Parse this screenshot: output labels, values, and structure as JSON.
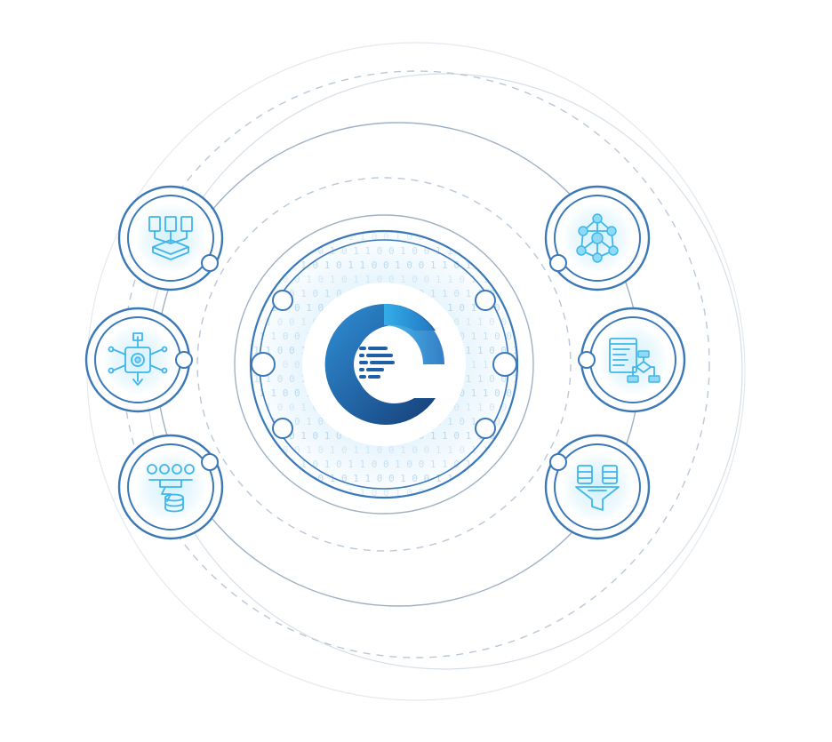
{
  "diagram": {
    "center_logo": {
      "icon": "c-brand-logo-icon",
      "colors": {
        "primary": "#1f5fa8",
        "accent": "#2aa3e0",
        "dark": "#163f79"
      }
    },
    "background_pattern": {
      "type": "binary-digits",
      "text": "0 1 1 0 0 1 0 1 0 1 1 0 0 1 0 0 1 1 0 1 1 0 0 1 0 1 0 0 1 1 0 1 0 1"
    },
    "nodes": [
      {
        "id": "node-documents-merge",
        "icon": "documents-merge-icon"
      },
      {
        "id": "node-gear-distribution",
        "icon": "gear-distribution-icon"
      },
      {
        "id": "node-people-database",
        "icon": "people-database-icon"
      },
      {
        "id": "node-network-graph",
        "icon": "network-graph-icon"
      },
      {
        "id": "node-flowchart",
        "icon": "flowchart-icon"
      },
      {
        "id": "node-database-filter",
        "icon": "database-filter-icon"
      }
    ],
    "colors": {
      "stroke": "#3b78b8",
      "icon": "#3fb6ea",
      "ring": "#b9c8d8"
    }
  }
}
